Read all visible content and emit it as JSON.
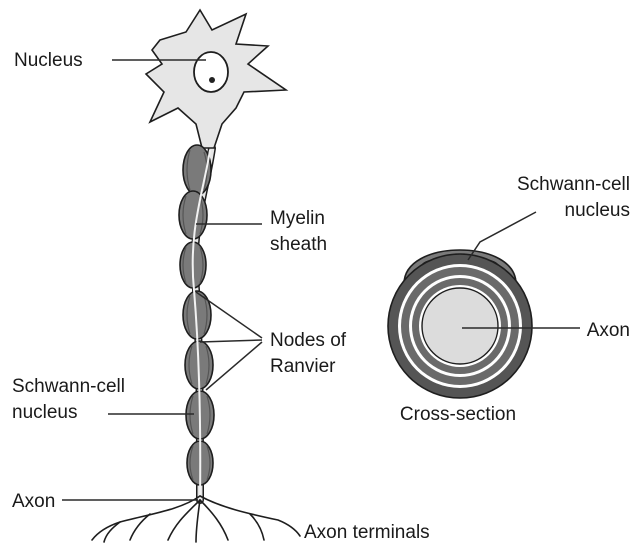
{
  "labels": {
    "nucleus": "Nucleus",
    "myelin_line1": "Myelin",
    "myelin_line2": "sheath",
    "nodes_line1": "Nodes of",
    "nodes_line2": "Ranvier",
    "schwann_left_line1": "Schwann-cell",
    "schwann_left_line2": "nucleus",
    "axon_left": "Axon",
    "axon_terminals": "Axon terminals",
    "schwann_right_line1": "Schwann-cell",
    "schwann_right_line2": "nucleus",
    "axon_right": "Axon",
    "cross_section": "Cross-section"
  },
  "colors": {
    "cell_body": "#e6e6e6",
    "myelin": "#7a7a7a",
    "myelin_dark": "#555555",
    "axon_core": "#dcdcdc",
    "outline": "#1e1e1e",
    "schwann_nucleus": "#9a9a9a"
  }
}
